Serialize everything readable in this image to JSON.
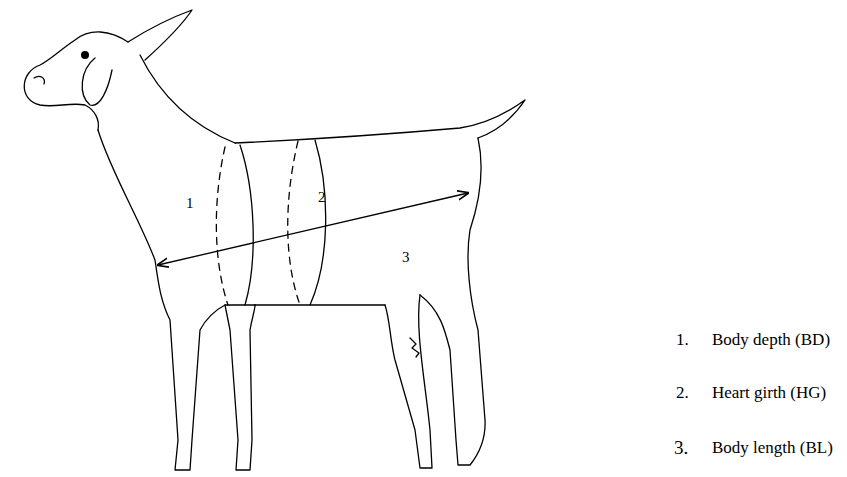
{
  "diagram": {
    "labels": [
      "1",
      "2",
      "3",
      "1.",
      "Body depth (BD)",
      "2.",
      "Heart girth (HG)",
      "3.",
      "Body length (BL)"
    ]
  }
}
